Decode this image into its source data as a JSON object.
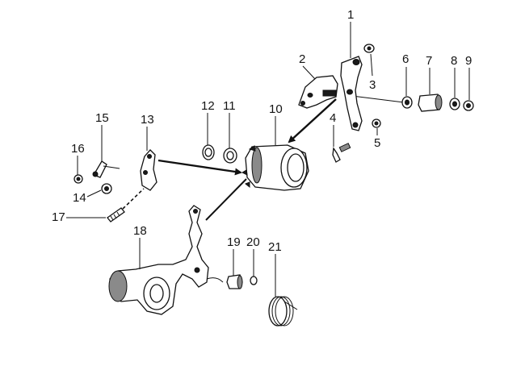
{
  "callouts": [
    {
      "label": "1"
    },
    {
      "label": "2"
    },
    {
      "label": "3"
    },
    {
      "label": "4"
    },
    {
      "label": "5"
    },
    {
      "label": "6"
    },
    {
      "label": "7"
    },
    {
      "label": "8"
    },
    {
      "label": "9"
    },
    {
      "label": "10"
    },
    {
      "label": "11"
    },
    {
      "label": "12"
    },
    {
      "label": "13"
    },
    {
      "label": "14"
    },
    {
      "label": "15"
    },
    {
      "label": "16"
    },
    {
      "label": "17"
    },
    {
      "label": "18"
    },
    {
      "label": "19"
    },
    {
      "label": "20"
    },
    {
      "label": "21"
    }
  ]
}
